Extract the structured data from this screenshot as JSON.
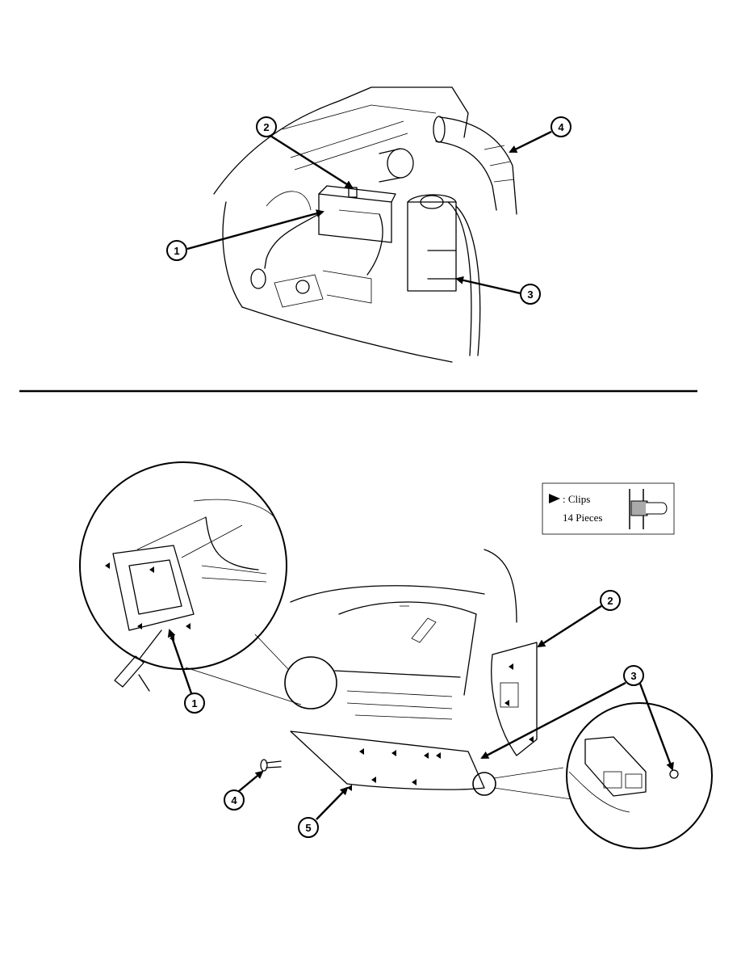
{
  "figure_top": {
    "callouts": [
      "1",
      "2",
      "3",
      "4"
    ]
  },
  "figure_bottom": {
    "callouts": [
      "1",
      "2",
      "3",
      "4",
      "5"
    ],
    "legend": {
      "clips_label": ": Clips",
      "pieces_label": "14  Pieces"
    }
  }
}
